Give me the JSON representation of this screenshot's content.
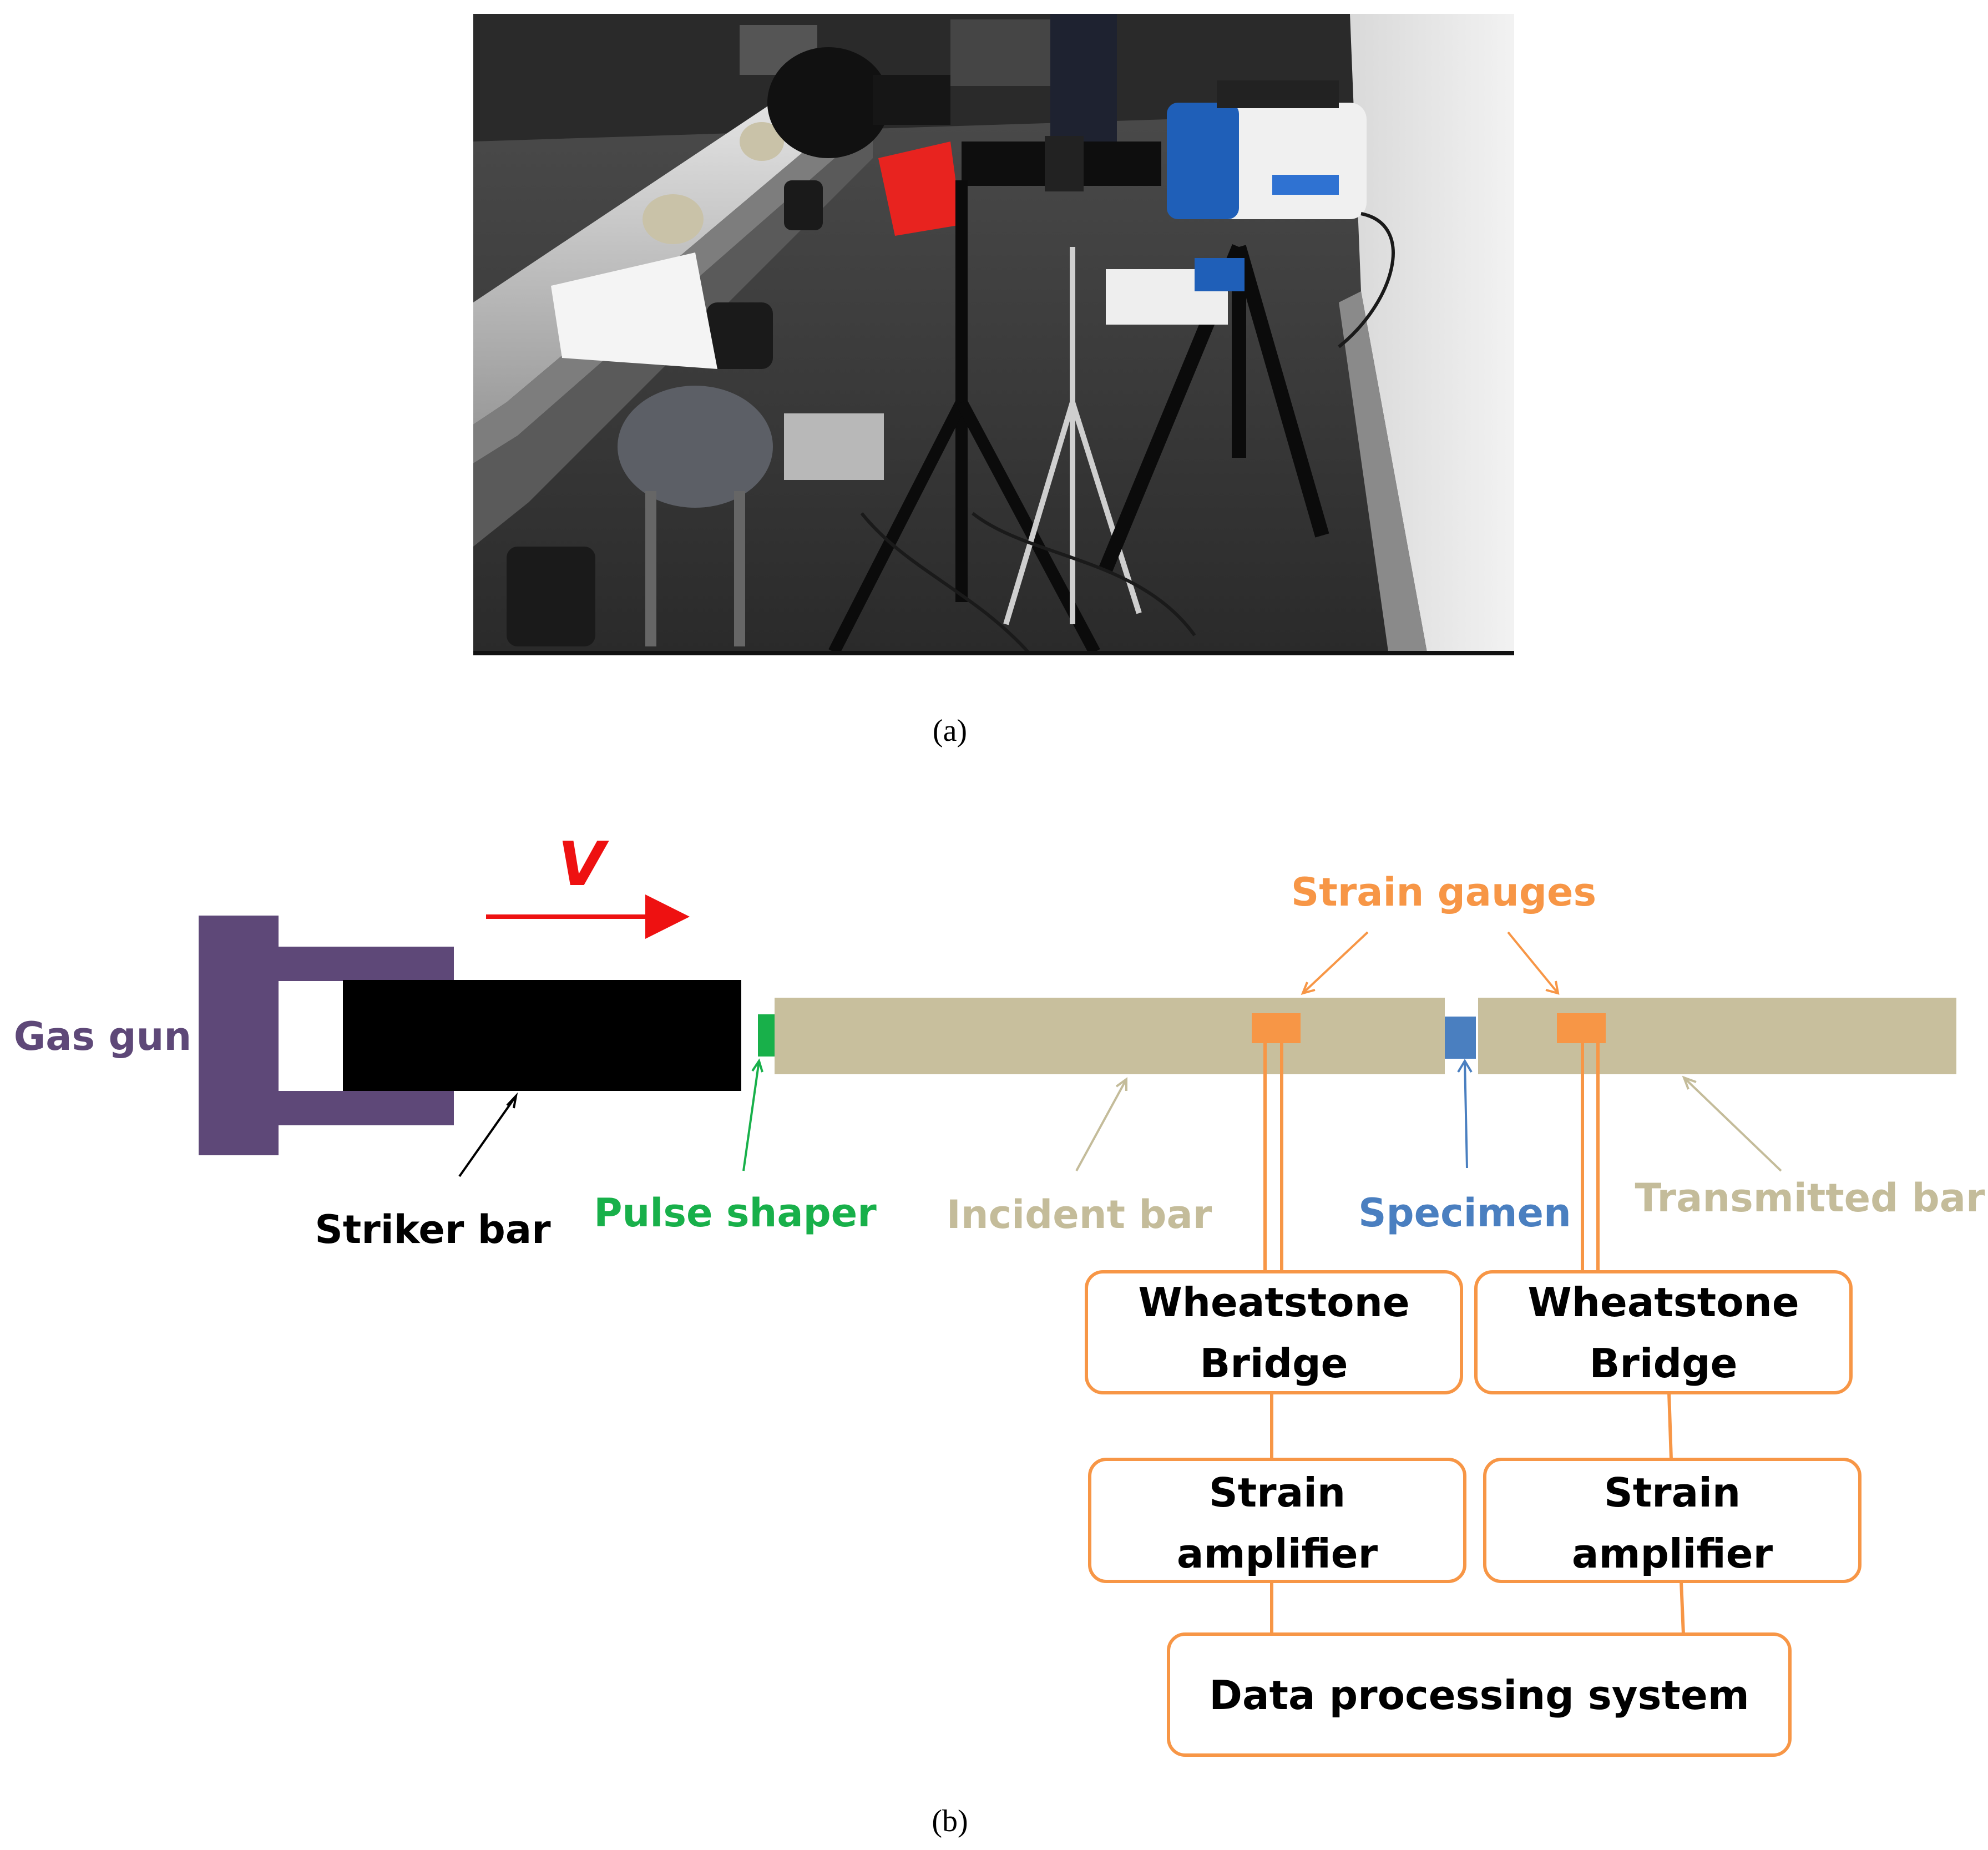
{
  "panel_a": {
    "caption": "(a)"
  },
  "panel_b": {
    "caption": "(b)",
    "velocity_label": "V",
    "labels": {
      "gas_gun": "Gas gun",
      "striker_bar": "Striker bar",
      "pulse_shaper": "Pulse shaper",
      "incident_bar": "Incident bar",
      "specimen": "Specimen",
      "transmitted_bar": "Transmitted bar",
      "strain_gauges": "Strain gauges"
    },
    "boxes": {
      "bridge_left": [
        "Wheatstone",
        "Bridge"
      ],
      "bridge_right": [
        "Wheatstone",
        "Bridge"
      ],
      "amp_left": [
        "Strain",
        "amplifier"
      ],
      "amp_right": [
        "Strain",
        "amplifier"
      ],
      "daq": "Data processing system"
    },
    "colors": {
      "gas_gun": "#5e4878",
      "striker": "#000000",
      "pulse_shaper": "#18b04a",
      "bar": "#c8bf9d",
      "bar_label": "#c4bc9a",
      "specimen": "#4a7fc0",
      "gauge": "#f79646",
      "velocity": "#ee1111"
    }
  }
}
